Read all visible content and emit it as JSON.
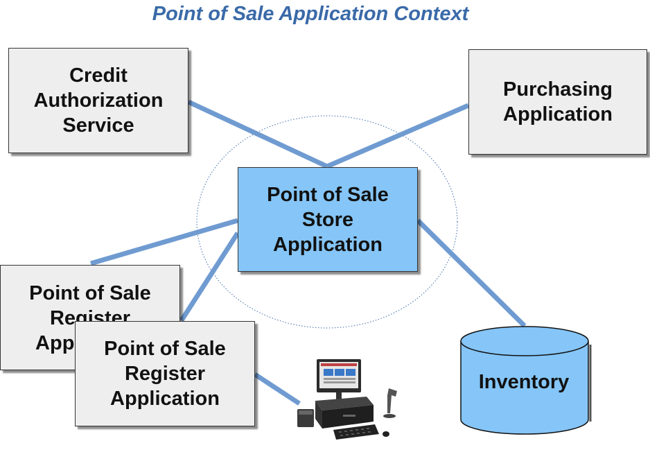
{
  "title": "Point of Sale Application Context",
  "nodes": {
    "credit": "Credit\nAuthorization\nService",
    "purchasing": "Purchasing\nApplication",
    "store": "Point of Sale\nStore\nApplication",
    "register_back": "Point of Sale\nRegister\nApplication",
    "register_front": "Point of Sale\nRegister\nApplication",
    "inventory": "Inventory"
  },
  "colors": {
    "title": "#3a6aa8",
    "connector": "#6f9bd1",
    "store_fill": "#85c5f7",
    "box_fill": "#eeeeee",
    "cylinder_fill": "#85c5f7"
  },
  "icons": {
    "pos_terminal": "pos-terminal-hardware-icon"
  }
}
